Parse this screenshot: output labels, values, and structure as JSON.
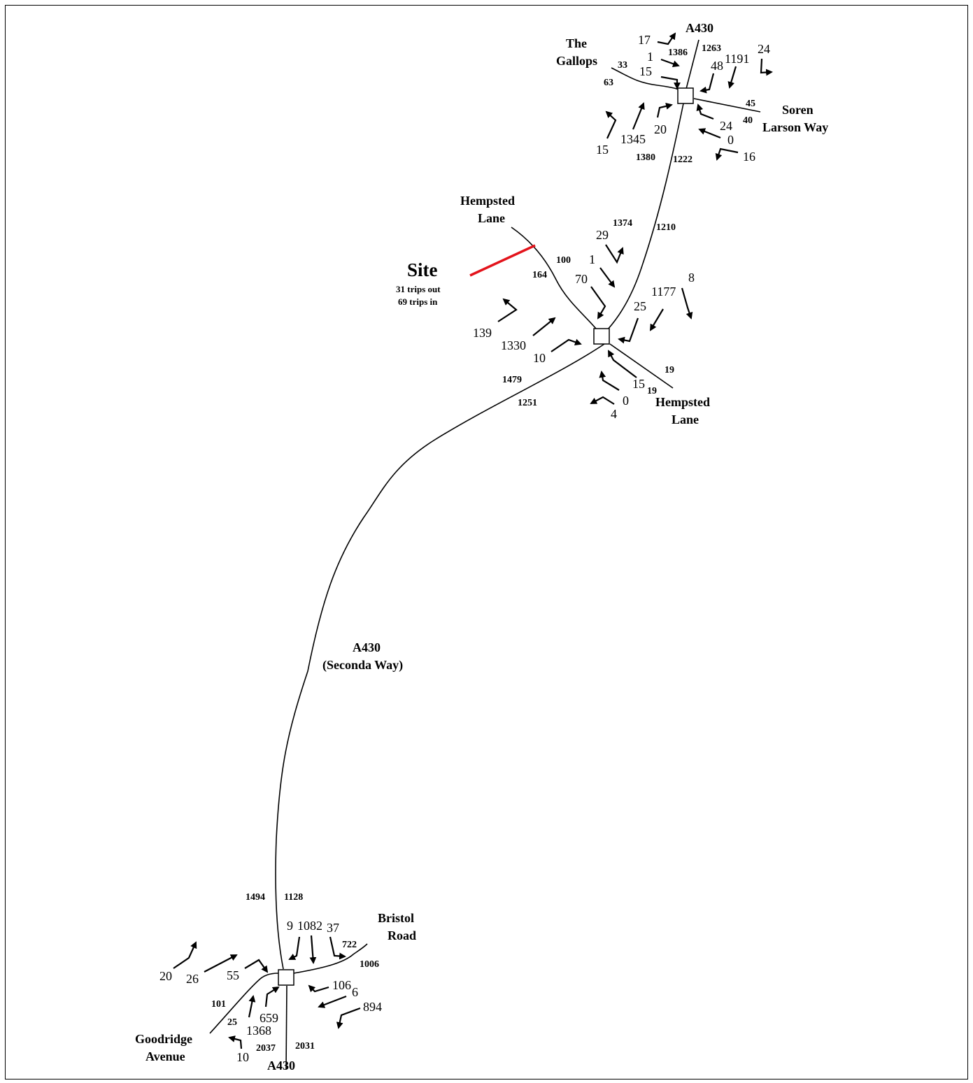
{
  "roads": {
    "a430_north": "A430",
    "the_gallops": [
      "The",
      "Gallops"
    ],
    "soren_larson_way": [
      "Soren",
      "Larson Way"
    ],
    "hempsted_lane_north": [
      "Hempsted",
      "Lane"
    ],
    "hempsted_lane_south": [
      "Hempsted",
      "Lane"
    ],
    "seconda_way": [
      "A430",
      "(Seconda Way)"
    ],
    "bristol_road": [
      "Bristol",
      "Road"
    ],
    "goodridge_avenue": [
      "Goodridge",
      "Avenue"
    ],
    "a430_south": "A430"
  },
  "site": {
    "title": "Site",
    "trips_out": "31 trips out",
    "trips_in": "69 trips in",
    "color": "#e3131b"
  },
  "junction_north": {
    "link_flows": {
      "a430_north_in": "1386",
      "a430_north_out": "1263",
      "gallops_out": "33",
      "gallops_in": "63",
      "soren_out": "45",
      "soren_in": "40",
      "a430_south_out": "1380",
      "a430_south_in": "1222"
    },
    "turns": {
      "gallops_left": "17",
      "gallops_ahead": "1",
      "gallops_right": "15",
      "a430_north_right": "48",
      "a430_north_ahead": "1191",
      "a430_north_left": "24",
      "soren_left": "24",
      "soren_ahead": "0",
      "soren_right": "16",
      "south_left": "15",
      "south_ahead": "1345",
      "south_right": "20"
    }
  },
  "junction_mid": {
    "link_flows": {
      "a430_north_in": "1374",
      "a430_north_out": "1210",
      "hempsted_n_out": "100",
      "hempsted_n_in": "164",
      "hempsted_s_out": "19",
      "hempsted_s_in": "19",
      "seconda_out": "1479",
      "seconda_in": "1251"
    },
    "turns": {
      "hempsted_n_left": "29",
      "hempsted_n_ahead": "1",
      "hempsted_n_right": "70",
      "a430_north_right": "25",
      "a430_north_ahead": "1177",
      "a430_north_left": "8",
      "hempsted_s_left": "15",
      "hempsted_s_ahead": "0",
      "hempsted_s_right": "4",
      "seconda_left": "139",
      "seconda_ahead": "1330",
      "seconda_right": "10"
    }
  },
  "junction_south": {
    "link_flows": {
      "seconda_out": "1494",
      "seconda_in": "1128",
      "bristol_out": "722",
      "bristol_in": "1006",
      "goodridge_out": "101",
      "goodridge_in": "25",
      "a430_south_out": "2037",
      "a430_south_in": "2031"
    },
    "turns": {
      "seconda_right": "9",
      "seconda_ahead": "1082",
      "seconda_left": "37",
      "bristol_left": "106",
      "bristol_ahead": "6",
      "bristol_right": "894",
      "goodridge_left": "20",
      "goodridge_ahead": "26",
      "goodridge_right": "55",
      "a430_south_left": "10",
      "a430_south_ahead": "1368",
      "a430_south_right": "659"
    }
  }
}
